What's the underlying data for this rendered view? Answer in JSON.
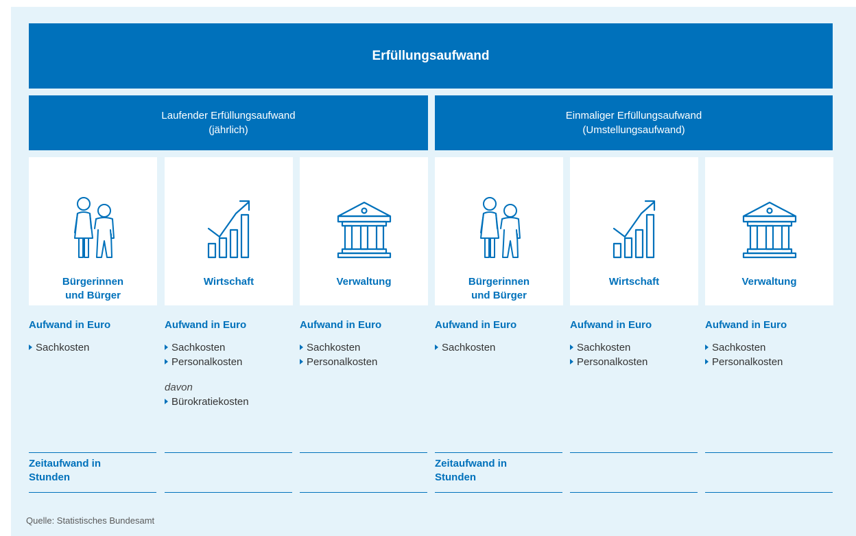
{
  "title": "Erfüllungsaufwand",
  "sections": [
    {
      "line1": "Laufender Erfüllungsaufwand",
      "line2": "(jährlich)"
    },
    {
      "line1": "Einmaliger Erfüllungsaufwand",
      "line2": "(Umstellungsaufwand)"
    }
  ],
  "columns": [
    {
      "icon": "people-icon",
      "label_line1": "Bürgerinnen",
      "label_line2": "und Bürger",
      "costs_head": "Aufwand in Euro",
      "items": [
        "Sachkosten"
      ],
      "zeit_line1": "Zeitaufwand in",
      "zeit_line2": "Stunden"
    },
    {
      "icon": "growth-chart-icon",
      "label_line1": "Wirtschaft",
      "label_line2": "",
      "costs_head": "Aufwand in Euro",
      "items": [
        "Sachkosten",
        "Personalkosten"
      ],
      "davon": "davon",
      "davon_item": "Bürokratiekosten"
    },
    {
      "icon": "government-building-icon",
      "label_line1": "Verwaltung",
      "label_line2": "",
      "costs_head": "Aufwand in Euro",
      "items": [
        "Sachkosten",
        "Personalkosten"
      ]
    },
    {
      "icon": "people-icon",
      "label_line1": "Bürgerinnen",
      "label_line2": "und Bürger",
      "costs_head": "Aufwand in Euro",
      "items": [
        "Sachkosten"
      ],
      "zeit_line1": "Zeitaufwand in",
      "zeit_line2": "Stunden"
    },
    {
      "icon": "growth-chart-icon",
      "label_line1": "Wirtschaft",
      "label_line2": "",
      "costs_head": "Aufwand in Euro",
      "items": [
        "Sachkosten",
        "Personalkosten"
      ]
    },
    {
      "icon": "government-building-icon",
      "label_line1": "Verwaltung",
      "label_line2": "",
      "costs_head": "Aufwand in Euro",
      "items": [
        "Sachkosten",
        "Personalkosten"
      ]
    }
  ],
  "source": "Quelle: Statistisches Bundesamt",
  "colors": {
    "accent": "#0071bb",
    "background": "#e5f3fa",
    "card": "#ffffff"
  }
}
